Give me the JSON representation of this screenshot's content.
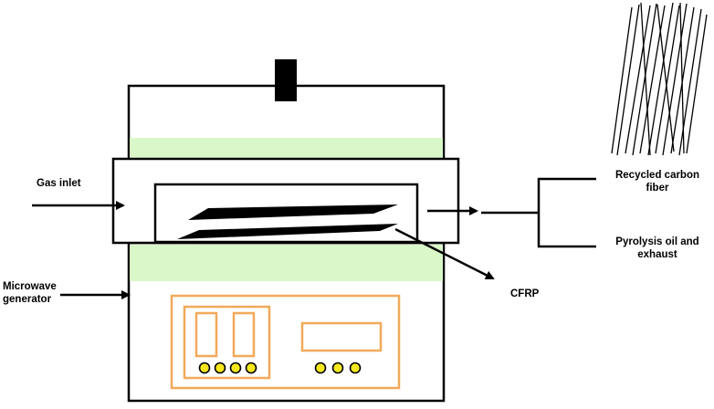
{
  "labels": {
    "gas_inlet": "Gas inlet",
    "microwave_line1": "Microwave",
    "microwave_line2": "generator",
    "cfrp": "CFRP",
    "recycled_line1": "Recycled carbon",
    "recycled_line2": "fiber",
    "pyrolysis_line1": "Pyrolysis oil and",
    "pyrolysis_line2": "exhaust"
  },
  "colors": {
    "stroke": "#000000",
    "insulation": "#d9f7c8",
    "panel": "#f2a95a",
    "button": "#f7e81c"
  },
  "control_panel": {
    "left_group_buttons": 4,
    "right_group_buttons": 3
  }
}
